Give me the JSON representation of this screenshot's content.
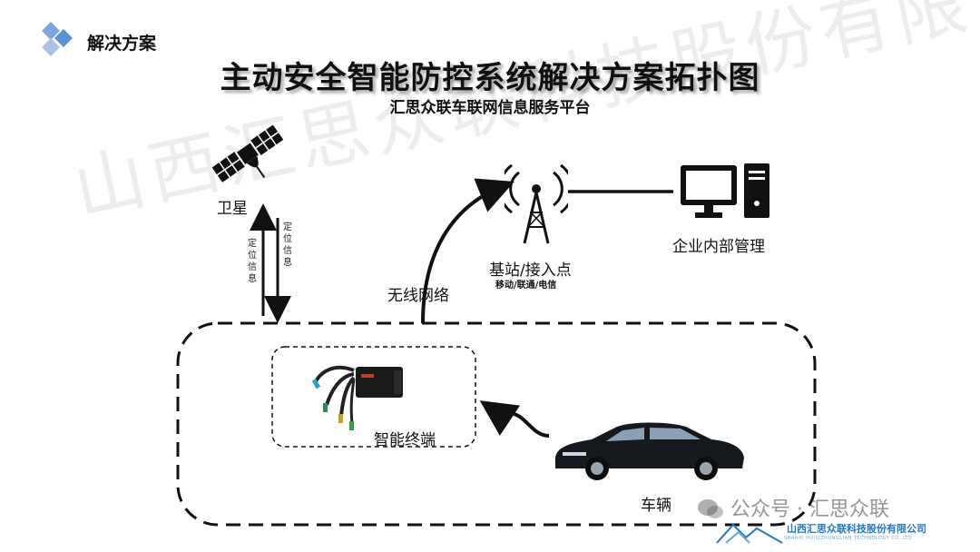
{
  "section_label": "解决方案",
  "title": "主动安全智能防控系统解决方案拓扑图",
  "subtitle": "汇思众联车联网信息服务平台",
  "watermark": "山西汇思众联科技股份有限公司",
  "nodes": {
    "satellite": "卫星",
    "base_station": "基站/接入点",
    "base_station_sub": "移动/联通/电信",
    "enterprise": "企业内部管理",
    "terminal": "智能终端",
    "vehicle": "车辆"
  },
  "edges": {
    "wireless": "无线网络",
    "positioning_down": "定位信息",
    "positioning_up": "定位信息"
  },
  "footer": {
    "wechat": "公众号 · 汇思众联",
    "company": "山西汇思众联科技股份有限公司",
    "company_en": "SHANXI HUISIZHONGLIAN TECHNOLOGY CO.,LTD."
  },
  "colors": {
    "accent": "#5b8fd6",
    "brand": "#1f77c8"
  }
}
